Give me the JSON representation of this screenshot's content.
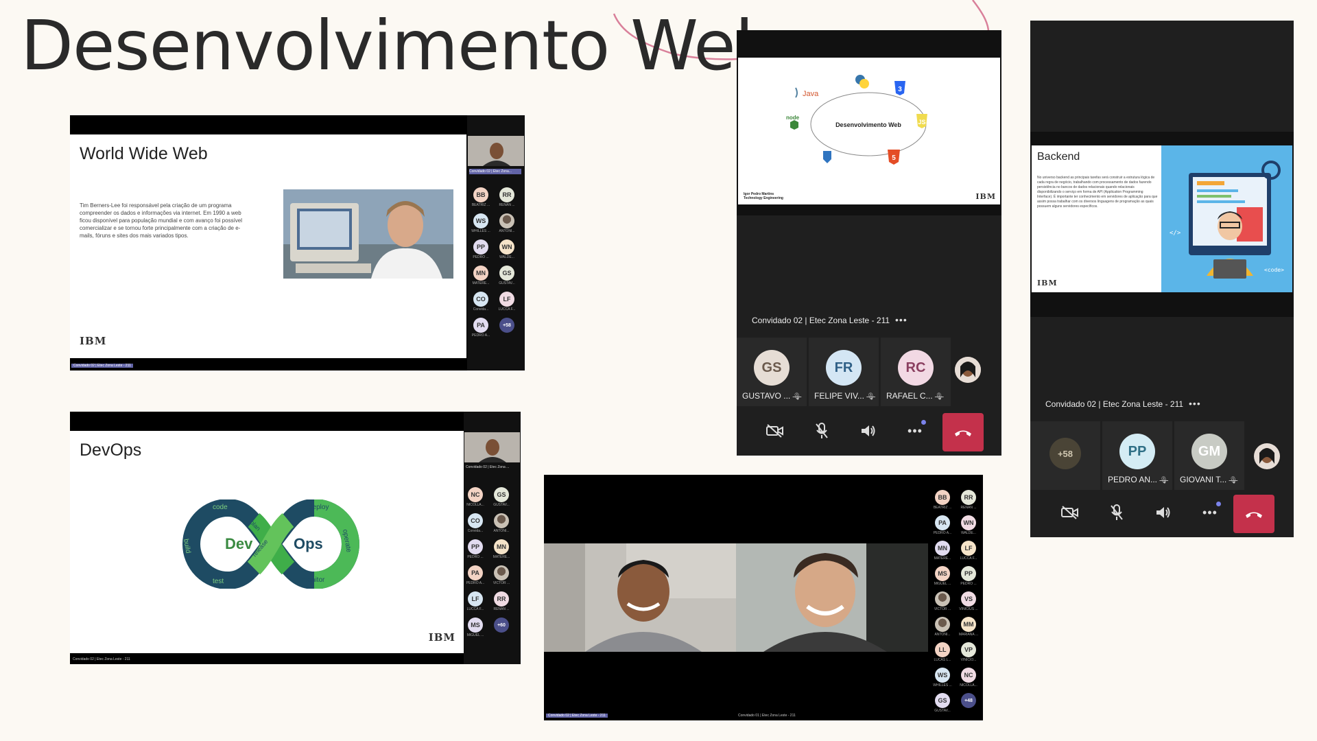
{
  "page_title": "Desenvolvimento Web",
  "shot1": {
    "slide_title": "World Wide Web",
    "body": "Tim Berners-Lee foi responsável pela criação de um programa compreender os dados e informações via internet. Em 1990 a web ficou disponível para população mundial e com avanço foi possível comercializar e se tornou forte principalmente com a criação de e-mails, fóruns e sites dos mais variados tipos.",
    "ibm": "IBM",
    "caption": "Convidado 02 | Etec Zona Leste - 211",
    "strip_label": "Convidado 02 | Etec Zona...",
    "avatars": [
      {
        "i": "BB",
        "n": "BEATRIZ ..."
      },
      {
        "i": "RR",
        "n": "RENAN ..."
      },
      {
        "i": "WS",
        "n": "WHILLES ..."
      },
      {
        "i": "",
        "n": "ANTONI..."
      },
      {
        "i": "PP",
        "n": "PEDRO ..."
      },
      {
        "i": "WN",
        "n": "WALDE..."
      },
      {
        "i": "MN",
        "n": "MATERE..."
      },
      {
        "i": "GS",
        "n": "GUSTAV..."
      },
      {
        "i": "CO",
        "n": "Convida..."
      },
      {
        "i": "LF",
        "n": "LUCCA F..."
      },
      {
        "i": "PA",
        "n": "PEDRO A..."
      },
      {
        "i": "+58",
        "n": ""
      }
    ]
  },
  "shot2": {
    "slide_title": "DevOps",
    "ibm": "IBM",
    "caption": "Convidado 02 | Etec Zona Leste - 211",
    "strip_label": "Convidado 02 | Etec Zona ...",
    "diagram": {
      "dev": "Dev",
      "ops": "Ops",
      "code": "code",
      "plan": "plan",
      "build": "build",
      "test": "test",
      "release": "release",
      "deploy": "deploy",
      "operate": "operate",
      "monitor": "monitor"
    },
    "avatars": [
      {
        "i": "NC",
        "n": "NICOLLA..."
      },
      {
        "i": "GS",
        "n": "GUSTAV..."
      },
      {
        "i": "CO",
        "n": "Convida..."
      },
      {
        "i": "",
        "n": "ANTONI..."
      },
      {
        "i": "PP",
        "n": "PEDRO ..."
      },
      {
        "i": "MN",
        "n": "MATERE..."
      },
      {
        "i": "PA",
        "n": "PEDRO A..."
      },
      {
        "i": "",
        "n": "VICTOR ..."
      },
      {
        "i": "LF",
        "n": "LUCCA F..."
      },
      {
        "i": "RR",
        "n": "RENAN ..."
      },
      {
        "i": "MS",
        "n": "MIGUEL ..."
      },
      {
        "i": "+60",
        "n": ""
      }
    ]
  },
  "shot3": {
    "caption_left": "Convidado 02 | Etec Zona Leste - 211",
    "caption_right": "Convidado 01 | Etec Zona Leste - 211",
    "avatars": [
      {
        "i": "BB",
        "n": "BEATRIZ ..."
      },
      {
        "i": "RR",
        "n": "RENAN ..."
      },
      {
        "i": "PA",
        "n": "PEDRO A..."
      },
      {
        "i": "WN",
        "n": "WALDE..."
      },
      {
        "i": "MN",
        "n": "MATERE..."
      },
      {
        "i": "LF",
        "n": "LUCCA F..."
      },
      {
        "i": "MS",
        "n": "MIGUEL ..."
      },
      {
        "i": "PP",
        "n": "PEDRO ..."
      },
      {
        "i": "",
        "n": "VICTOR ..."
      },
      {
        "i": "VS",
        "n": "VINICIUS ..."
      },
      {
        "i": "",
        "n": "ANTONI..."
      },
      {
        "i": "MM",
        "n": "MARIANA ..."
      },
      {
        "i": "LL",
        "n": "LUCAS L..."
      },
      {
        "i": "VP",
        "n": "VINICIO..."
      },
      {
        "i": "WS",
        "n": "WHILLES ..."
      },
      {
        "i": "NC",
        "n": "NICOLLA..."
      },
      {
        "i": "GS",
        "n": "GUSTAV..."
      },
      {
        "i": "+48",
        "n": ""
      }
    ]
  },
  "shot4": {
    "slide_center": "Desenvolvimento Web",
    "logos": {
      "java": "Java",
      "node": "node"
    },
    "author": "Igor Pedro Martins",
    "author_sub": "Technology Engineering",
    "ibm": "IBM",
    "presenter": "Convidado 02 | Etec Zona Leste - 211",
    "tiles": [
      {
        "i": "GS",
        "n": "GUSTAVO ...",
        "bg": "#e6ddd5",
        "fg": "#6b5a4d"
      },
      {
        "i": "FR",
        "n": "FELIPE VIV...",
        "bg": "#d4e6f4",
        "fg": "#2f5f86"
      },
      {
        "i": "RC",
        "n": "RAFAEL C...",
        "bg": "#f2d9e4",
        "fg": "#8a3f60"
      }
    ]
  },
  "shot5": {
    "slide_title": "Backend",
    "body": "No universo backend as principais tarefas será construir a estrutura lógica de cada regra de negócio, trabalhando com processamento de dados fazendo persistência no bancos de dados relacionais quando relacionais disponibilizando o serviço em forma de API (Application Programming Interface). É importante ter conhecimento em servidores de aplicação para que assim possa trabalhar com os diversos linguagens de programação as quais possuem alguns servidores específicos.",
    "ibm": "IBM",
    "presenter": "Convidado 02 | Etec Zona Leste - 211",
    "tiles": [
      {
        "i": "+58",
        "n": "",
        "bg": "#4a4436",
        "fg": "#cfc6b0"
      },
      {
        "i": "PP",
        "n": "PEDRO AN...",
        "bg": "#d4ecf4",
        "fg": "#2f6f86"
      },
      {
        "i": "GM",
        "n": "GIOVANI T...",
        "bg": "#c8cbc4",
        "fg": "#ffffff"
      }
    ]
  },
  "colors": {
    "hangup": "#c4314b",
    "accent": "#6264a7",
    "bg": "#fcf9f3",
    "stroke": "#d9809a"
  }
}
